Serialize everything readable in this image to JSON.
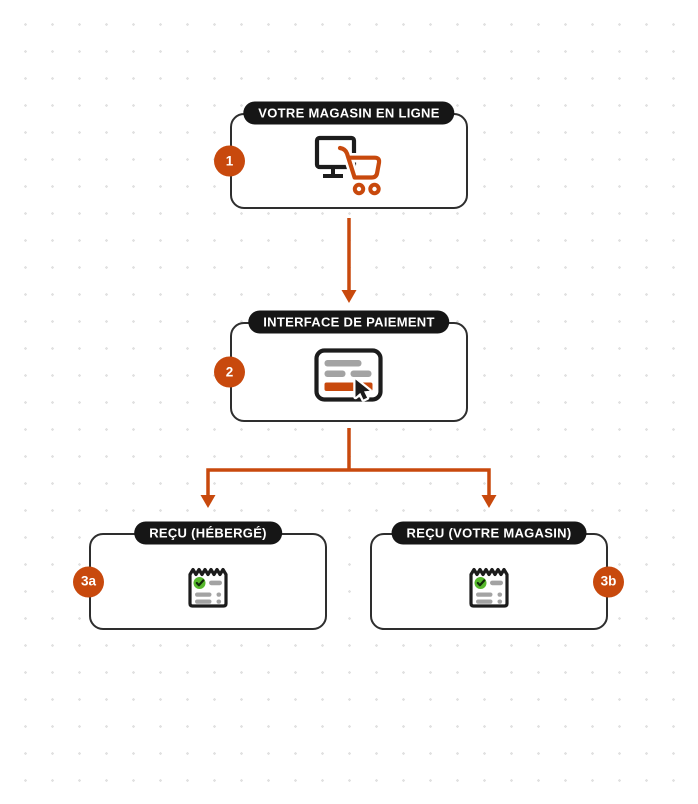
{
  "diagram": {
    "nodes": [
      {
        "step": "1",
        "label": "VOTRE MAGASIN EN LIGNE",
        "icon": "monitor-cart-icon"
      },
      {
        "step": "2",
        "label": "INTERFACE DE PAIEMENT",
        "icon": "payment-form-cursor-icon"
      },
      {
        "step": "3a",
        "label": "REÇU (HÉBERGÉ)",
        "icon": "receipt-check-icon"
      },
      {
        "step": "3b",
        "label": "REÇU (VOTRE MAGASIN)",
        "icon": "receipt-check-icon"
      }
    ],
    "edges": [
      {
        "from": "1",
        "to": "2"
      },
      {
        "from": "2",
        "to": "3a"
      },
      {
        "from": "2",
        "to": "3b"
      }
    ],
    "colors": {
      "accent_orange": "#c8490d",
      "pill_black": "#161616",
      "box_border": "#2e2e2e",
      "dot_grid": "#e2e2e2",
      "bar_gray": "#a3a3a3",
      "check_green": "#56b82c"
    }
  }
}
